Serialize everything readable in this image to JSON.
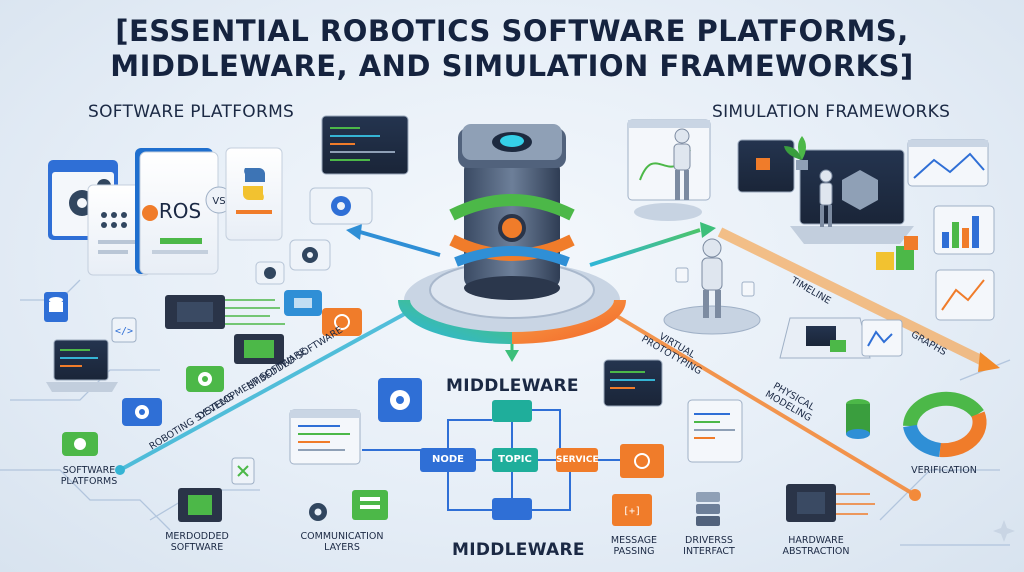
{
  "title_line1": "[ESSENTIAL ROBOTICS SOFTWARE PLATFORMS,",
  "title_line2": "MIDDLEWARE, AND SIMULATION FRAMEWORKS]",
  "sections": {
    "software_platforms": "SOFTWARE PLATFORMS",
    "simulation_frameworks": "SIMULATION FRAMEWORKS",
    "middleware_center": "MIDDLEWARE",
    "middleware_bottom": "MIDDLEWARE"
  },
  "software_cards": {
    "ros": "ROS",
    "vs": "VS"
  },
  "labels": {
    "embedded_software": "EMBEDDED SOFTWARE",
    "development_software": "DEVELOPMENT SOFTWARE",
    "roboting_systems": "ROBOTING SYSTEMS",
    "software_platforms_small": "SOFTWARE PLATFORMS",
    "merdodded_software": "MERDODDED SOFTWARE",
    "communication_layers": "COMMUNICATION LAYERS",
    "message_passing": "MESSAGE PASSING",
    "drivers_interfact": "DRIVERSS INTERFACT",
    "hardware_abstraction": "HARDWARE ABSTRACTION",
    "verification": "VERIFICATION",
    "timeline": "TIMELINE",
    "graphs": "GRAPHS",
    "virtual_prototyping": "VIRTUAL PROTOTYPING",
    "physical_modeling": "PHYSICAL MODELING"
  },
  "flow": {
    "node": "NODE",
    "topic": "TOPIC",
    "service": "SERVICE"
  },
  "colors": {
    "blue": "#2f6fd6",
    "teal": "#1fae9b",
    "green": "#4cb848",
    "orange": "#f07c2a",
    "navy": "#1b2944"
  }
}
